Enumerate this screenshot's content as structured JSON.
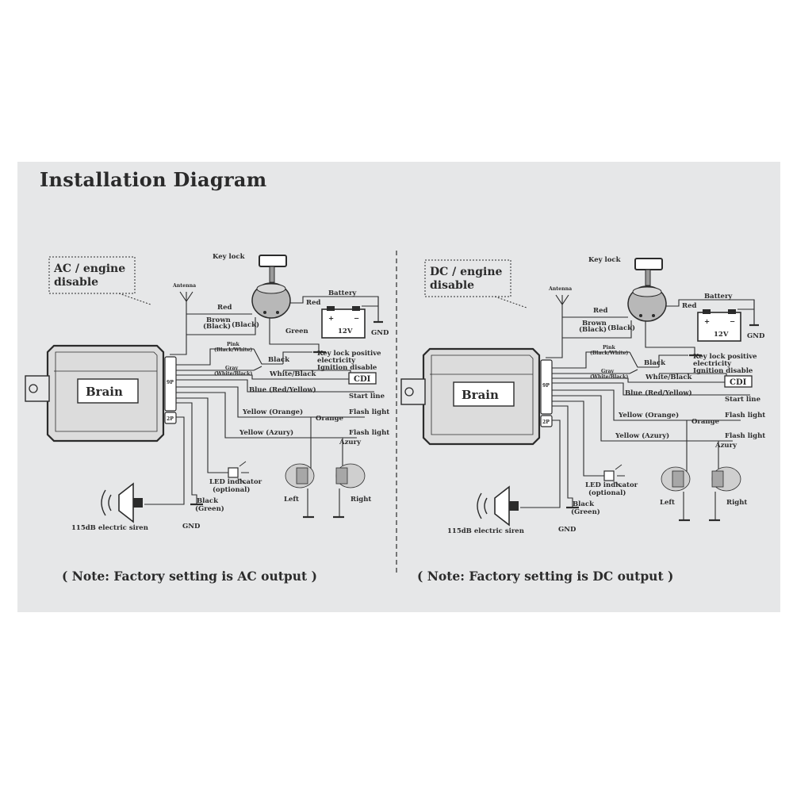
{
  "title": "Installation Diagram",
  "panels": [
    {
      "mode_label_1": "AC / engine",
      "mode_label_2": "disable",
      "brain": "Brain",
      "port_9p": "9P",
      "port_2p": "2P",
      "antenna": "Antenna",
      "key_lock": "Key lock",
      "battery": "Battery",
      "battery_voltage": "12V",
      "red_1": "Red",
      "red_2": "Red",
      "brown": "Brown",
      "black_paren": "(Black)",
      "brown_alt": "(Black)",
      "green": "Green",
      "gnd_batt": "GND",
      "pink": "Pink",
      "pink_alt": "(Black/White)",
      "gray": "Gray",
      "gray_alt": "(White/Black)",
      "black": "Black",
      "white_black": "White/Black",
      "key_note_1": "Key lock positive",
      "key_note_2": "electricity",
      "key_note_3": "Ignition disable",
      "cdi": "CDI",
      "blue": "Blue (Red/Yellow)",
      "start_line": "Start line",
      "yellow_orange": "Yellow (Orange)",
      "orange": "Orange",
      "flash_light_1": "Flash light",
      "yellow_azury": "Yellow (Azury)",
      "azury": "Azury",
      "flash_light_2": "Flash light",
      "left": "Left",
      "right": "Right",
      "led_1": "LED indicator",
      "led_2": "(optional)",
      "black_green_1": "Black",
      "black_green_2": "(Green)",
      "siren": "115dB electric siren",
      "gnd": "GND",
      "note": "( Note: Factory setting is AC output )"
    },
    {
      "mode_label_1": "DC / engine",
      "mode_label_2": "disable",
      "brain": "Brain",
      "port_9p": "9P",
      "port_2p": "2P",
      "antenna": "Antenna",
      "key_lock": "Key lock",
      "battery": "Battery",
      "battery_voltage": "12V",
      "red_1": "Red",
      "red_2": "Red",
      "brown": "Brown",
      "black_paren": "(Black)",
      "brown_alt": "(Black)",
      "green": "",
      "gnd_batt": "GND",
      "pink": "Pink",
      "pink_alt": "(Black/White)",
      "gray": "Gray",
      "gray_alt": "(White/Black)",
      "black": "Black",
      "white_black": "White/Black",
      "key_note_1": "Key lock positive",
      "key_note_2": "electricity",
      "key_note_3": "Ignition disable",
      "cdi": "CDI",
      "blue": "Blue (Red/Yellow)",
      "start_line": "Start line",
      "yellow_orange": "Yellow (Orange)",
      "orange": "Orange",
      "flash_light_1": "Flash light",
      "yellow_azury": "Yellow (Azury)",
      "azury": "Azury",
      "flash_light_2": "Flash light",
      "left": "Left",
      "right": "Right",
      "led_1": "LED indicator",
      "led_2": "(optional)",
      "black_green_1": "Black",
      "black_green_2": "(Green)",
      "siren": "115dB electric siren",
      "gnd": "GND",
      "note": "( Note: Factory setting is DC output )"
    }
  ],
  "colors": {
    "paper": "#e6e7e8",
    "ink": "#2b2b2b"
  }
}
